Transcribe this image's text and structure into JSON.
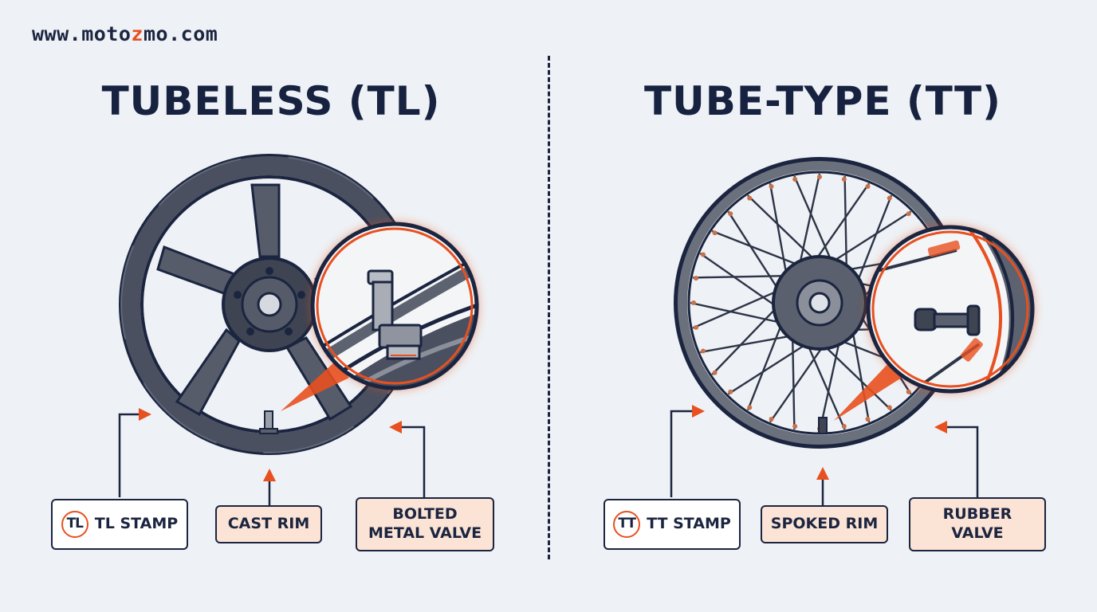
{
  "website": {
    "prefix": "www.moto",
    "highlight": "z",
    "suffix": "mo.com"
  },
  "colors": {
    "accent": "#e8501f",
    "navy": "#1b2540",
    "background": "#eef1f5",
    "label_fill": "#fbe3d5"
  },
  "left_panel": {
    "title": "TUBELESS (TL)",
    "wheel": "cast-alloy-wheel",
    "zoom_detail": "bolted-metal-valve-closeup",
    "labels": {
      "stamp_badge": "TL",
      "stamp": "TL STAMP",
      "rim": "CAST RIM",
      "valve_line1": "BOLTED",
      "valve_line2": "METAL VALVE"
    }
  },
  "right_panel": {
    "title": "TUBE-TYPE (TT)",
    "wheel": "spoked-wheel",
    "zoom_detail": "rubber-valve-closeup",
    "labels": {
      "stamp_badge": "TT",
      "stamp": "TT STAMP",
      "rim": "SPOKED RIM",
      "valve_line1": "RUBBER",
      "valve_line2": "VALVE"
    }
  }
}
